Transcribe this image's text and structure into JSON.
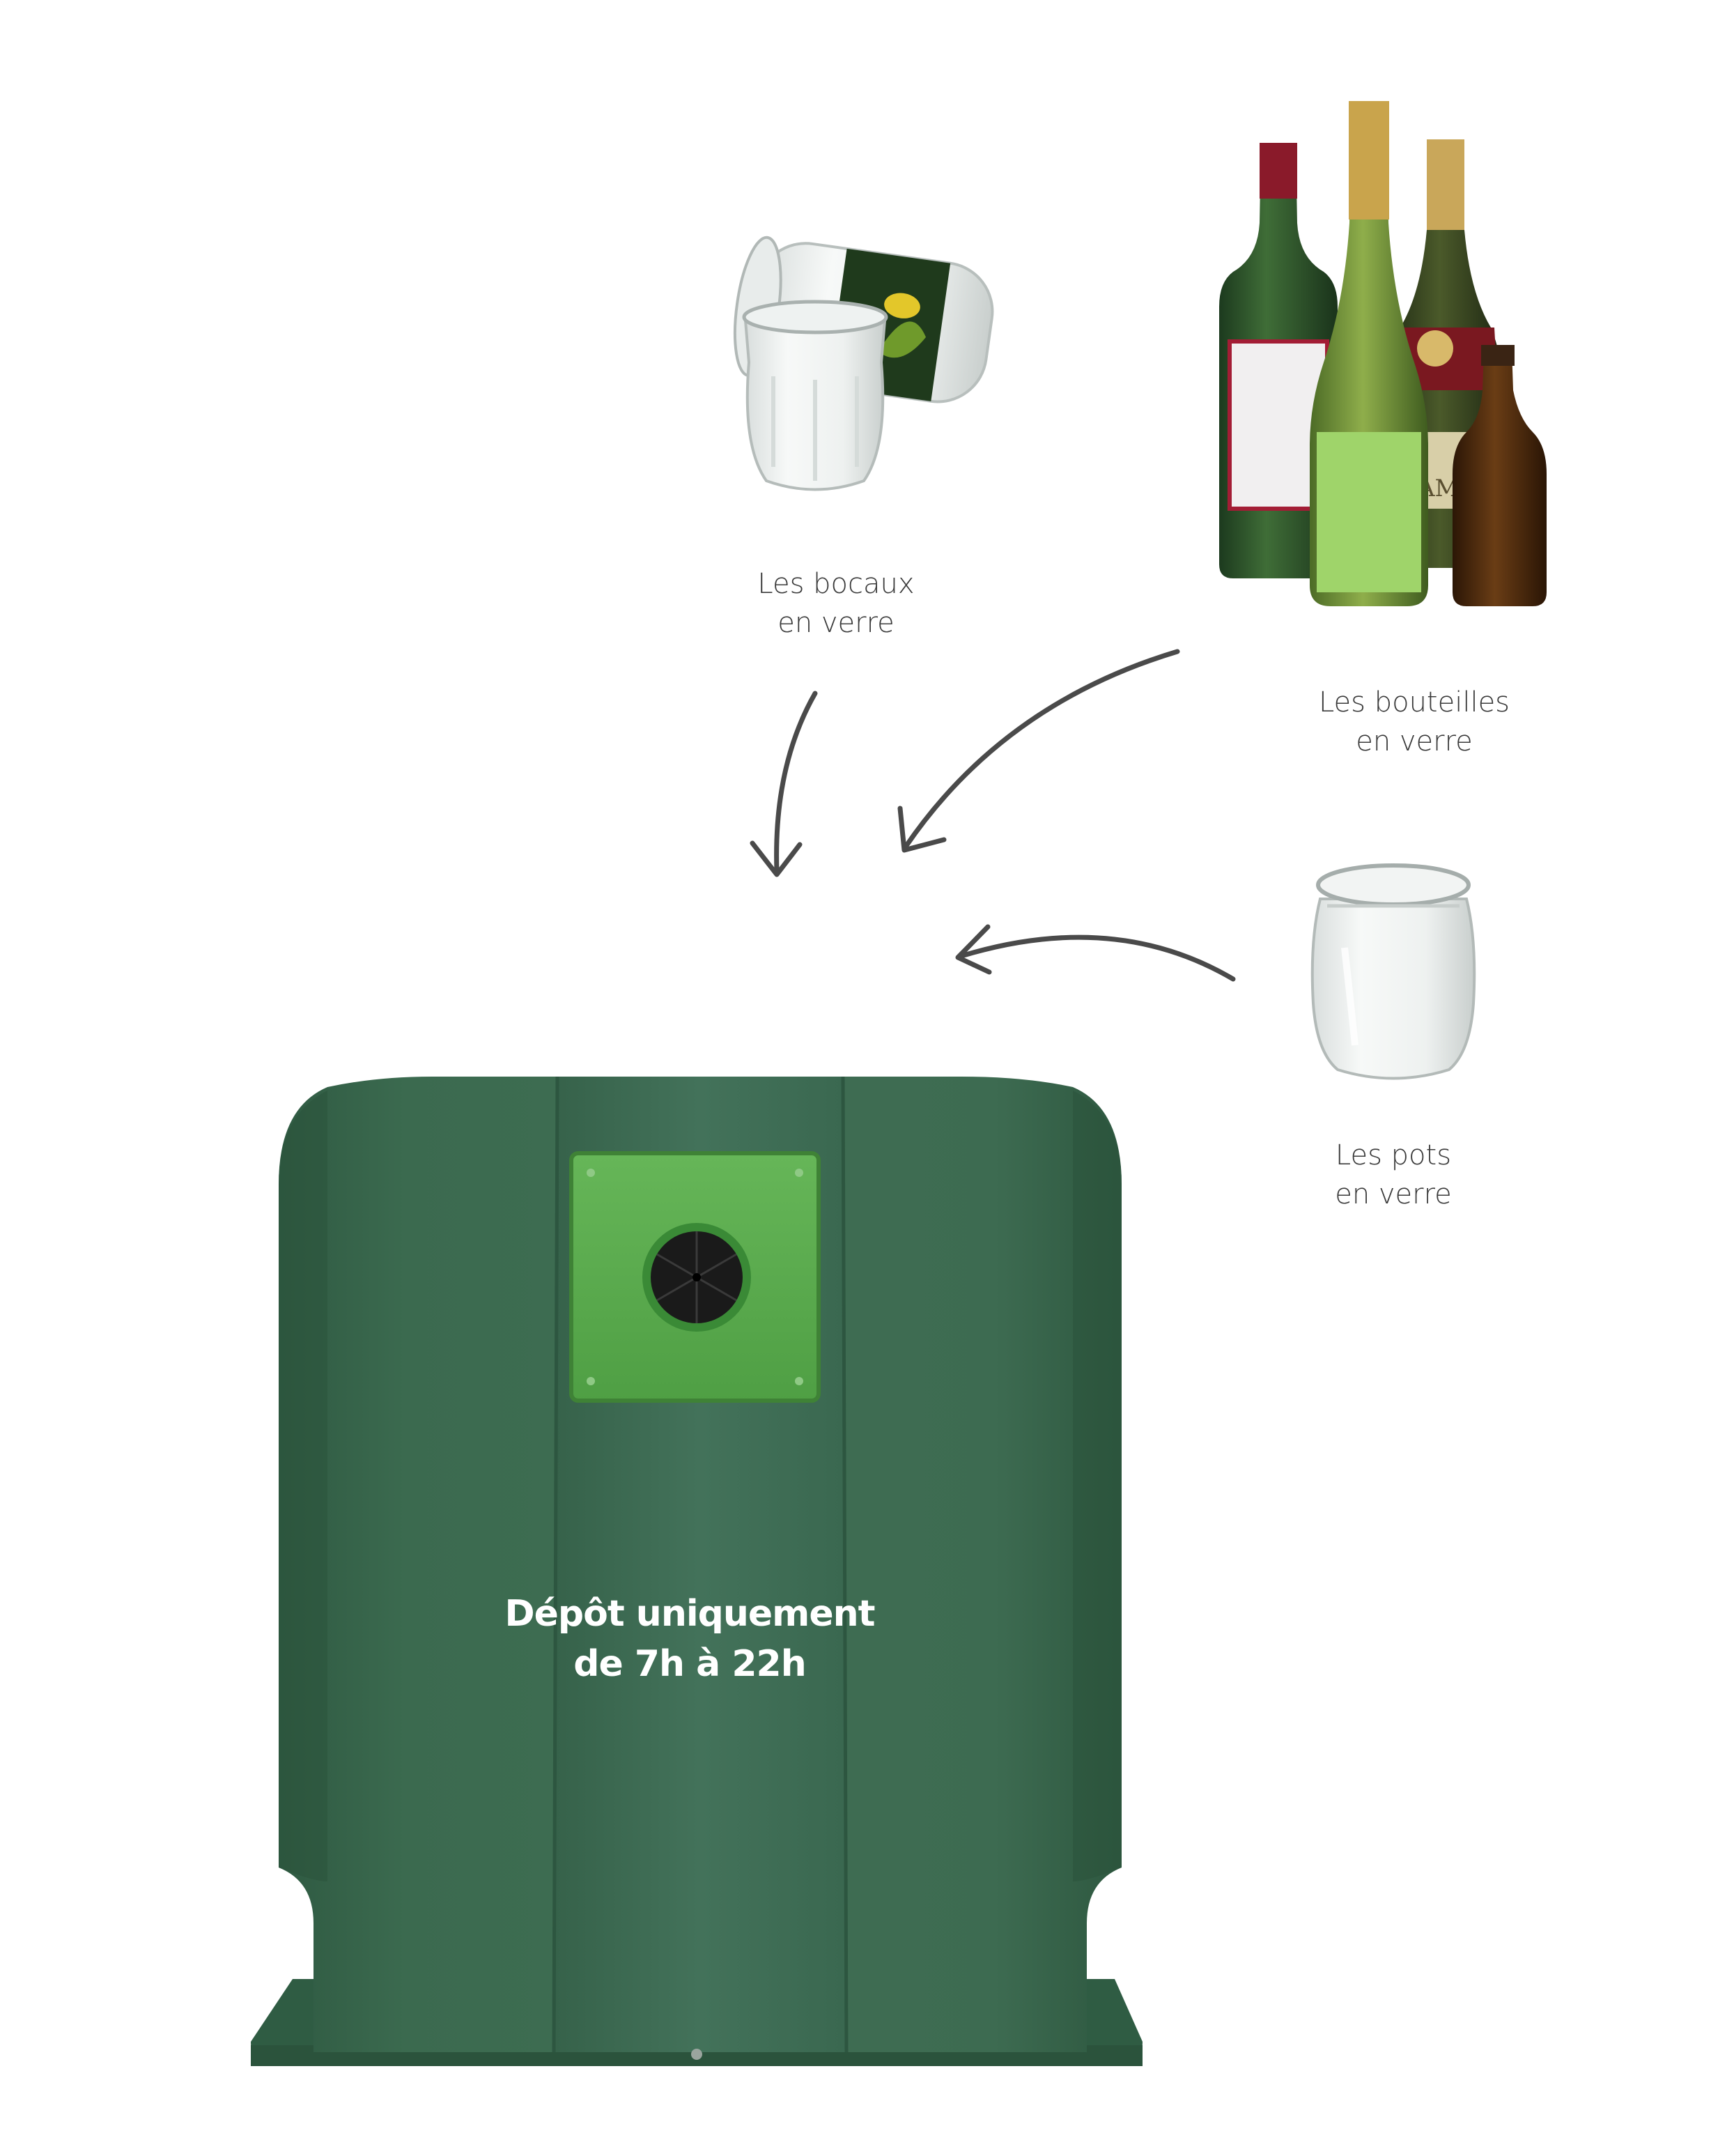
{
  "items": {
    "jars": {
      "line1": "Les bocaux",
      "line2": "en verre",
      "icon": "glass-jars-icon"
    },
    "bottles": {
      "line1": "Les bouteilles",
      "line2": "en verre",
      "icon": "glass-bottles-icon"
    },
    "pots": {
      "line1": "Les pots",
      "line2": "en verre",
      "icon": "glass-pot-icon"
    }
  },
  "container": {
    "notice_line1": "Dépôt uniquement",
    "notice_line2": "de 7h à 22h",
    "color": "#3f6e53",
    "lid_color": "#57a84a"
  },
  "arrow_color": "#4a4a4a"
}
